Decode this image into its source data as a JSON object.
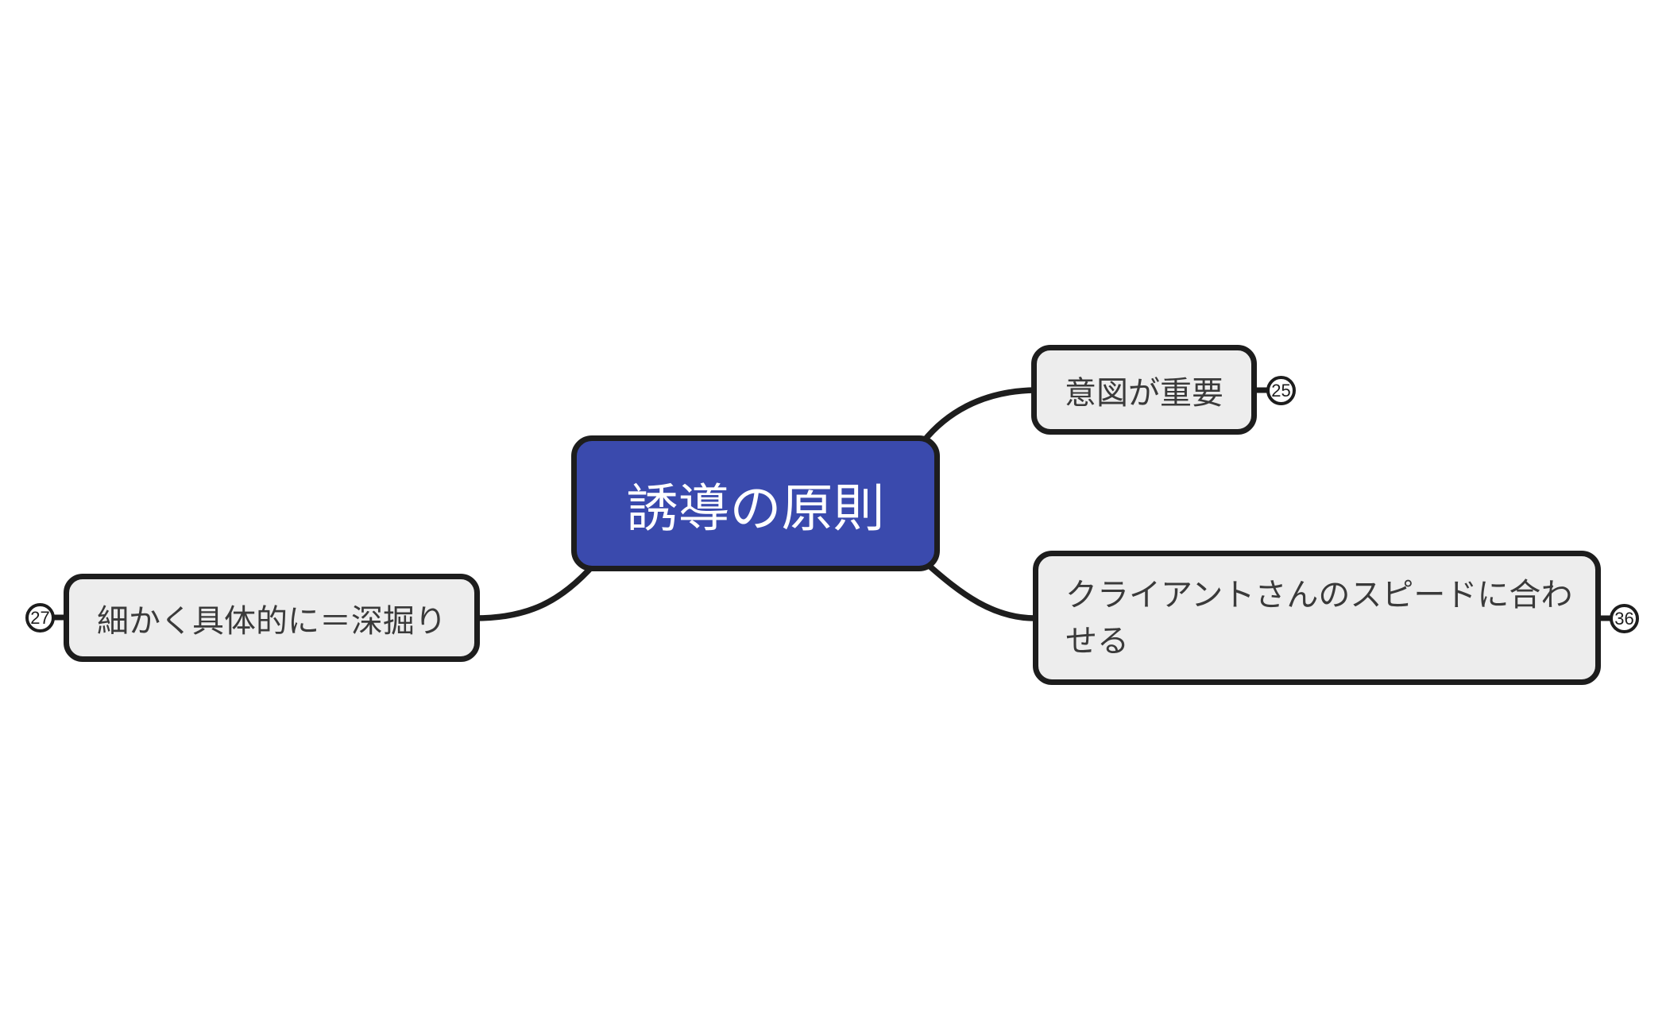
{
  "colors": {
    "background": "#ffffff",
    "line": "#1d1d1d",
    "root_fill": "#3a4aad",
    "root_text": "#ffffff",
    "child_fill": "#ededed",
    "child_text": "#3a3a3a",
    "badge_fill": "#ffffff"
  },
  "mindmap": {
    "root": {
      "label": "誘導の原則"
    },
    "children": [
      {
        "id": "intent",
        "label": "意図が重要",
        "badge": "25",
        "badge_side": "right",
        "position": "upper-right"
      },
      {
        "id": "speed",
        "label": "クライアントさんのスピードに合わせる",
        "lines": [
          "クライアントさんのスピードに合わ",
          "せる"
        ],
        "badge": "36",
        "badge_side": "right",
        "position": "lower-right"
      },
      {
        "id": "detail",
        "label": "細かく具体的に＝深掘り",
        "badge": "27",
        "badge_side": "left",
        "position": "left"
      }
    ]
  }
}
